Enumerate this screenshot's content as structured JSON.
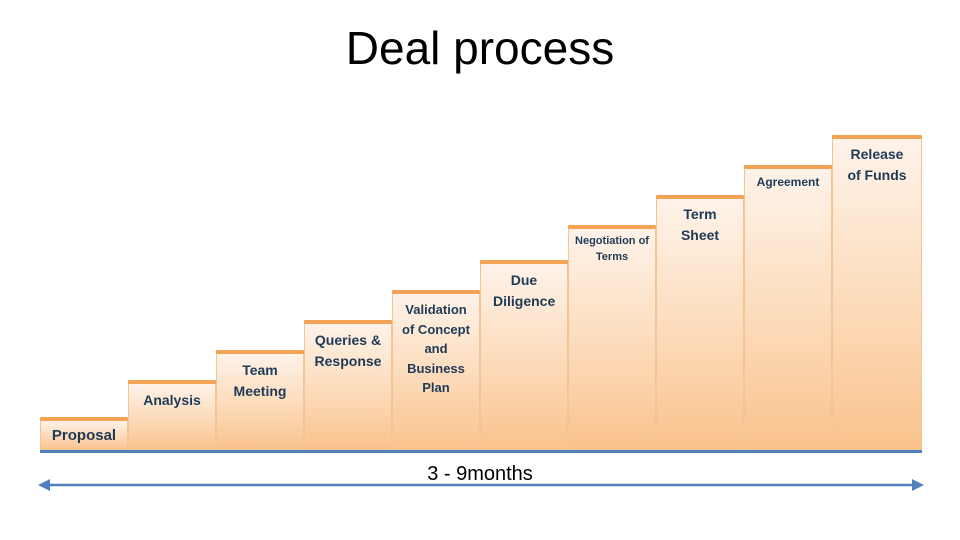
{
  "title": "Deal process",
  "steps": [
    {
      "label": "Proposal"
    },
    {
      "label": "Analysis"
    },
    {
      "label": "Team Meeting"
    },
    {
      "label": "Queries & Response"
    },
    {
      "label": "Validation of Concept and Business Plan"
    },
    {
      "label": "Due Diligence"
    },
    {
      "label": "Negotiation of Terms"
    },
    {
      "label": "Term Sheet"
    },
    {
      "label": "Agreement"
    },
    {
      "label": "Release of Funds"
    }
  ],
  "duration": "3 - 9months",
  "colors": {
    "step_cap": "#f4a256",
    "step_fill": "#fcd8b4",
    "baseline": "#4f81bd",
    "label_text": "#1f3a57"
  }
}
